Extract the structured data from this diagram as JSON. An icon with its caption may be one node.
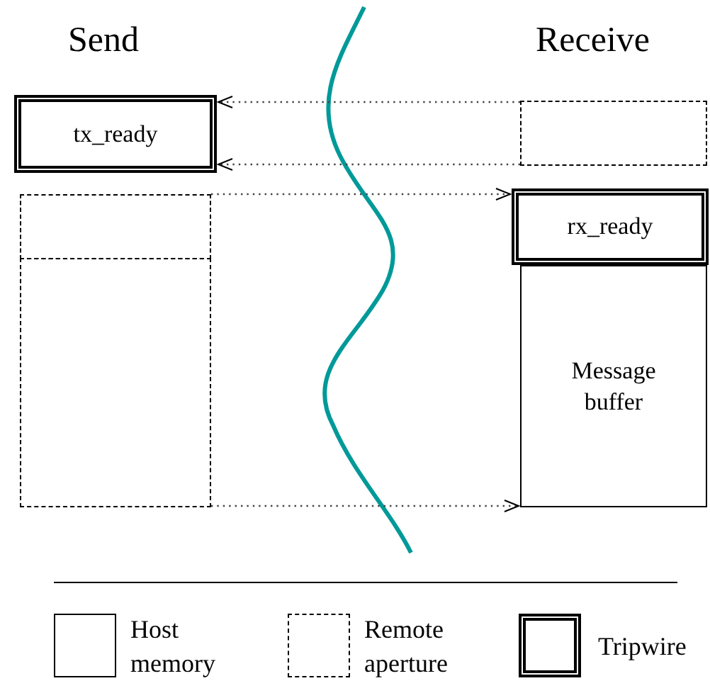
{
  "diagram": {
    "nodes": [
      {
        "text": [
          "tx_ready"
        ]
      },
      {
        "text": [],
        "shape": "box"
      },
      {
        "text": [],
        "shape": "box"
      },
      {
        "text": [],
        "shape": "box"
      },
      {
        "text": [
          "rx_ready"
        ]
      },
      {
        "text": [
          "Message buffer"
        ]
      }
    ],
    "edges": [
      {
        "from": 1,
        "to": 0,
        "arrow": "to",
        "style": "dashed"
      },
      {
        "from": 1,
        "to": 0,
        "arrow": "to",
        "style": "dashed"
      },
      {
        "from": 2,
        "to": 4,
        "arrow": "to",
        "style": "dashed"
      },
      {
        "from": 3,
        "to": 5,
        "arrow": "to",
        "style": "dashed"
      }
    ],
    "labels": [
      "Send",
      "Receive"
    ],
    "legend": [
      {
        "text": "Host memory"
      },
      {
        "text": "Remote aperture"
      },
      {
        "text": "Tripwire"
      }
    ]
  }
}
